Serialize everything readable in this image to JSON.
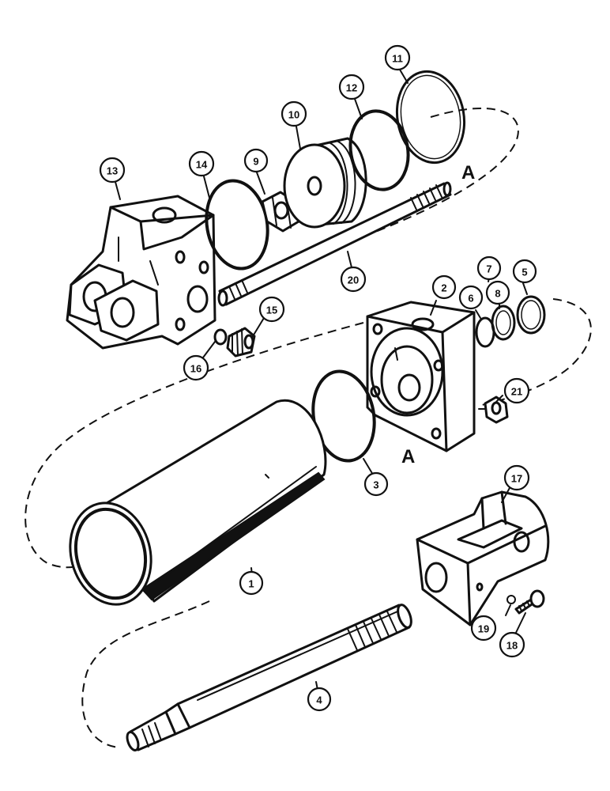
{
  "diagram": {
    "callouts": [
      {
        "id": "c1",
        "label": "1"
      },
      {
        "id": "c2",
        "label": "2"
      },
      {
        "id": "c3",
        "label": "3"
      },
      {
        "id": "c4",
        "label": "4"
      },
      {
        "id": "c5",
        "label": "5"
      },
      {
        "id": "c6",
        "label": "6"
      },
      {
        "id": "c7",
        "label": "7"
      },
      {
        "id": "c8",
        "label": "8"
      },
      {
        "id": "c9",
        "label": "9"
      },
      {
        "id": "c10",
        "label": "10"
      },
      {
        "id": "c11",
        "label": "11"
      },
      {
        "id": "c12",
        "label": "12"
      },
      {
        "id": "c13",
        "label": "13"
      },
      {
        "id": "c14",
        "label": "14"
      },
      {
        "id": "c15",
        "label": "15"
      },
      {
        "id": "c16",
        "label": "16"
      },
      {
        "id": "c17",
        "label": "17"
      },
      {
        "id": "c18",
        "label": "18"
      },
      {
        "id": "c19",
        "label": "19"
      },
      {
        "id": "c20",
        "label": "20"
      },
      {
        "id": "c21",
        "label": "21"
      }
    ],
    "marks": [
      {
        "id": "a-top",
        "label": "A"
      },
      {
        "id": "a-bottom",
        "label": "A"
      }
    ]
  }
}
